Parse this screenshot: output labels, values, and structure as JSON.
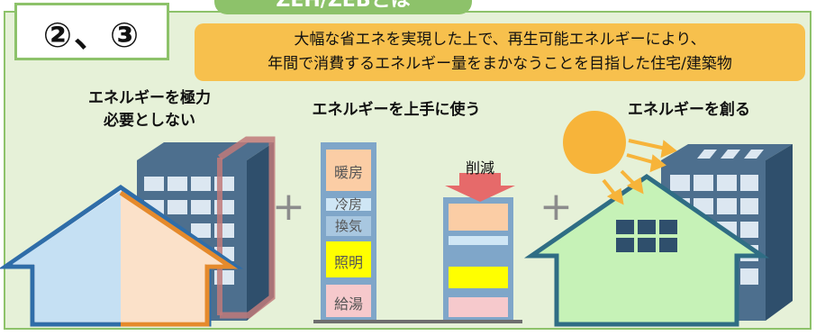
{
  "section_number": "②、③",
  "title": "ZEH/ZEBとは",
  "definition": {
    "line1": "大幅な省エネを実現した上で、再生可能エネルギーにより、",
    "line2": "年間で消費するエネルギー量をまかなうことを目指した住宅/建築物"
  },
  "pillars": [
    {
      "label_line1": "エネルギーを極力",
      "label_line2": "必要としない"
    },
    {
      "label_line1": "エネルギーを上手に使う"
    },
    {
      "label_line1": "エネルギーを創る"
    }
  ],
  "usage_items": {
    "heating": "暖房",
    "cooling": "冷房",
    "ventilation": "換気",
    "lighting": "照明",
    "hot_water": "給湯"
  },
  "reduction_label": "削減",
  "plus_sign": "+",
  "colors": {
    "panel_bg": "#e6f1d8",
    "accent_green": "#8dc26a",
    "definition_bg": "#f7c04d",
    "heating": "#fbcda5",
    "lighting": "#ffff00",
    "hot_water": "#f6c9cc",
    "building_blue": "#4d6f8e",
    "sun": "#f7b43a"
  }
}
